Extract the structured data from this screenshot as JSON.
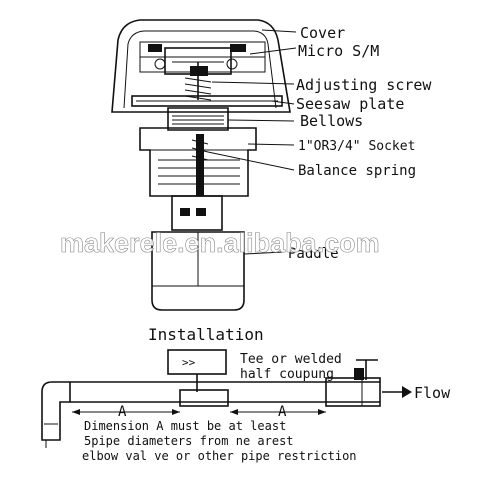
{
  "labels": {
    "cover": "Cover",
    "micro_switch": "Micro S/M",
    "adjusting_screw": "Adjusting screw",
    "seesaw_plate": "Seesaw plate",
    "bellows": "Bellows",
    "socket": "1\"OR3/4\" Socket",
    "balance_spring": "Balance spring",
    "paddle": "Paddle"
  },
  "installation": {
    "title": "Installation",
    "tee_label_line1": "Tee or welded",
    "tee_label_line2": "half coupung",
    "flow_label": "Flow",
    "dim_a_left": "A",
    "dim_a_right": "A",
    "note_line1": "Dimension A must be at least",
    "note_line2": "5pipe diameters from ne arest",
    "note_line3": "elbow val ve or other pipe restriction"
  },
  "watermark": "makerele.en.alibaba.com"
}
